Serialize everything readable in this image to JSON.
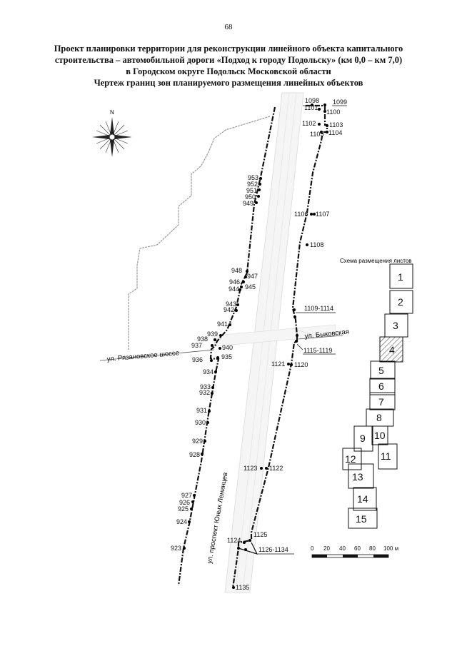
{
  "page_number": "68",
  "title_lines": [
    "Проект планировки территории для реконструкции линейного объекта капитального",
    "строительства – автомобильной дороги «Подход к городу Подольску» (км 0,0 – км 7,0)",
    "в Городском округе Подольск Московской области",
    "Чертеж границ зон планируемого размещения линейных объектов"
  ],
  "compass_label": "N",
  "street_labels": {
    "ryazanovskoe": "ул. Рязановское шоссе",
    "bykovskaya": "ул. Быковская",
    "leninets": "ул. проспект Юных Ленинцев"
  },
  "left_points": [
    "953",
    "952",
    "951",
    "950",
    "949",
    "948",
    "947",
    "946",
    "945",
    "944",
    "943",
    "942",
    "941",
    "939",
    "938",
    "937",
    "940",
    "936",
    "935",
    "934",
    "933",
    "932",
    "931",
    "930",
    "929",
    "928",
    "927",
    "926",
    "925",
    "924",
    "923"
  ],
  "right_points": [
    "1098",
    "1099",
    "1101",
    "1100",
    "1102",
    "1103",
    "1105",
    "1104",
    "1106",
    "1107",
    "1108",
    "1109-1114",
    "1115-1119",
    "1121",
    "1120",
    "1123",
    "1122",
    "1125",
    "1124",
    "1126-1134",
    "1135"
  ],
  "scheme": {
    "title": "Схема размещения листов",
    "sheets": [
      "1",
      "2",
      "3",
      "4",
      "5",
      "6",
      "7",
      "8",
      "9",
      "10",
      "11",
      "12",
      "13",
      "14",
      "15"
    ],
    "current_sheet": "4"
  },
  "scale_bar": {
    "ticks": [
      "0",
      "20",
      "40",
      "60",
      "80",
      "100 м"
    ]
  }
}
